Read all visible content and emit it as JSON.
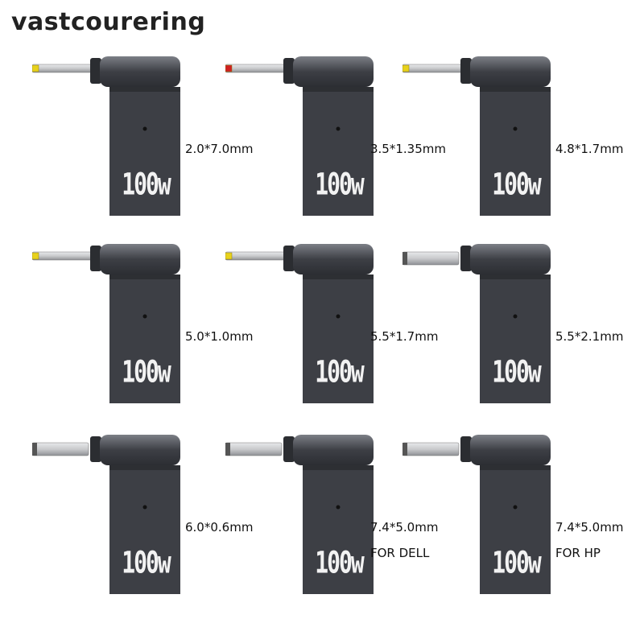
{
  "brand": "vastcourering",
  "products": [
    {
      "size": "2.0*7.0mm",
      "note": "",
      "watt": "100w",
      "tip": "yellow"
    },
    {
      "size": "3.5*1.35mm",
      "note": "",
      "watt": "100w",
      "tip": "red"
    },
    {
      "size": "4.8*1.7mm",
      "note": "",
      "watt": "100w",
      "tip": "yellow"
    },
    {
      "size": "5.0*1.0mm",
      "note": "",
      "watt": "100w",
      "tip": "yellow"
    },
    {
      "size": "5.5*1.7mm",
      "note": "",
      "watt": "100w",
      "tip": "yellow"
    },
    {
      "size": "5.5*2.1mm",
      "note": "",
      "watt": "100w",
      "tip": "none"
    },
    {
      "size": "6.0*0.6mm",
      "note": "",
      "watt": "100w",
      "tip": "none"
    },
    {
      "size": "7.4*5.0mm",
      "note": "FOR DELL",
      "watt": "100w",
      "tip": "none"
    },
    {
      "size": "7.4*5.0mm",
      "note": "FOR HP",
      "watt": "100w",
      "tip": "none"
    }
  ],
  "colors": {
    "body": "#3d3f45",
    "body_light": "#6a6d74",
    "metal": "#c9cacc",
    "yellow_tip": "#e8d21c",
    "red_tip": "#d02020"
  }
}
